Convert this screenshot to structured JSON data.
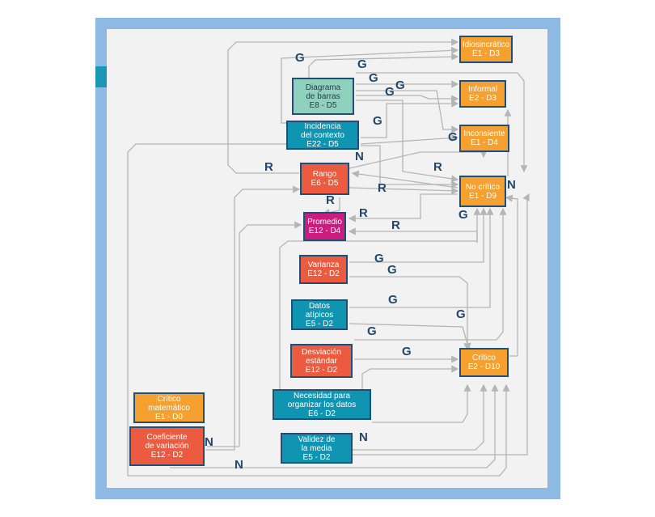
{
  "nodes": {
    "idiosincratico": {
      "title": "Idiosincrático",
      "code": "E1 - D3"
    },
    "diagrama": {
      "title": "Diagrama\nde barras",
      "code": "E8 - D5"
    },
    "informal": {
      "title": "Informal",
      "code": "E2 - D3"
    },
    "inconsiente": {
      "title": "Inconsiente",
      "code": "E1 - D4"
    },
    "incidencia": {
      "title": "Incidencia\ndel contexto",
      "code": "E22 - D5"
    },
    "rango": {
      "title": "Rango",
      "code": "E6 - D5"
    },
    "nocritico": {
      "title": "No crítico",
      "code": "E1 - D9"
    },
    "promedio": {
      "title": "Promedio",
      "code": "E12 - D4"
    },
    "varianza": {
      "title": "Varianza",
      "code": "E12 - D2"
    },
    "datos": {
      "title": "Datos\natípicos",
      "code": "E5 - D2"
    },
    "desviacion": {
      "title": "Desviación\nestándar",
      "code": "E12 - D2"
    },
    "critico": {
      "title": "Crítico",
      "code": "E2 - D10"
    },
    "necesidad": {
      "title": "Necesidad para\norganizar los datos",
      "code": "E6 - D2"
    },
    "critmat": {
      "title": "Crítico\nmatemático",
      "code": "E1 - D0"
    },
    "coef": {
      "title": "Coeficiente\nde variación",
      "code": "E12 - D2"
    },
    "validez": {
      "title": "Validez de\nla media",
      "code": "E5 - D2"
    }
  },
  "edge_labels": {
    "g1": "G",
    "g2": "G",
    "g3": "G",
    "g4": "G",
    "g5": "G",
    "g6": "G",
    "g7": "G",
    "g8": "G",
    "g9": "G",
    "g10": "G",
    "g11": "G",
    "g12": "G",
    "g13": "G",
    "g14": "G",
    "r1": "R",
    "r2": "R",
    "r3": "R",
    "r4": "R",
    "r5": "R",
    "r6": "R",
    "n1": "N",
    "n2": "N",
    "n3": "N",
    "n4": "N",
    "n5": "N"
  },
  "colors": {
    "orange": "#f6a12f",
    "teal": "#0f95b1",
    "red": "#ec5b3f",
    "mint": "#8ed1bd",
    "magenta": "#cd1c7d",
    "border": "#1f4f78",
    "frame": "#8db9e3",
    "edge": "#b5b5b5",
    "label": "#21476b"
  }
}
